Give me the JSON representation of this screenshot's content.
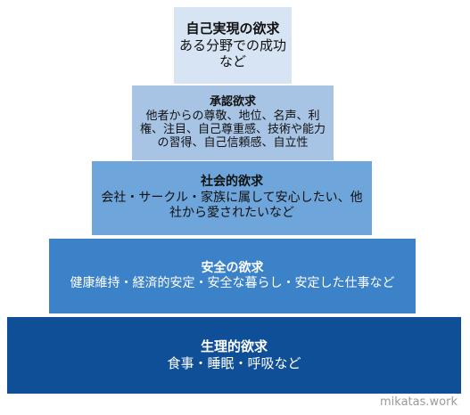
{
  "pyramid": {
    "levels": [
      {
        "title": "生理的欲求",
        "description": "食事・睡眠・呼吸など",
        "color": "#0f4f97"
      },
      {
        "title": "安全の欲求",
        "description": "健康維持・経済的安定・安全な暮らし・安定した仕事など",
        "color": "#3c82c8"
      },
      {
        "title": "社会的欲求",
        "description": "会社・サークル・家族に属して安心したい、他社から愛されたいなど",
        "color": "#6ea5da"
      },
      {
        "title": "承認欲求",
        "description": "他者からの尊敬、地位、名声、利権、注目、自己尊重感、技術や能力の習得、自己信頼感、自立性",
        "color": "#a7c4e4"
      },
      {
        "title": "自己実現の欲求",
        "description": "ある分野での成功など",
        "color": "#d6e4f3"
      }
    ]
  },
  "watermark": "mikatas.work"
}
